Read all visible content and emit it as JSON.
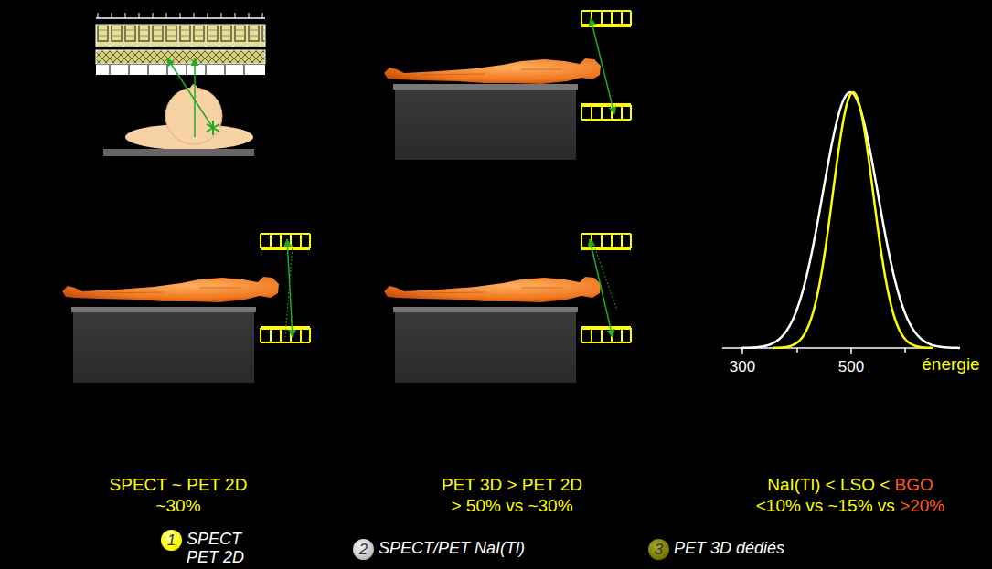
{
  "diagram": {
    "nodes": [
      {
        "text": [
          "1",
          "SPECT PET 2D"
        ]
      },
      {
        "text": [
          "2",
          "SPECT/PET NaI(Tl)"
        ]
      },
      {
        "text": [
          "3",
          "PET 3D dédiés"
        ]
      }
    ],
    "labels": [
      "SPECT ~ PET 2D",
      "~30%",
      "PET 3D > PET 2D",
      "> 50% vs ~30%",
      "NaI(Tl) < LSO < ",
      "BGO",
      "<10% vs ~15% vs ",
      ">20%",
      "300",
      "500",
      "énergie"
    ]
  }
}
